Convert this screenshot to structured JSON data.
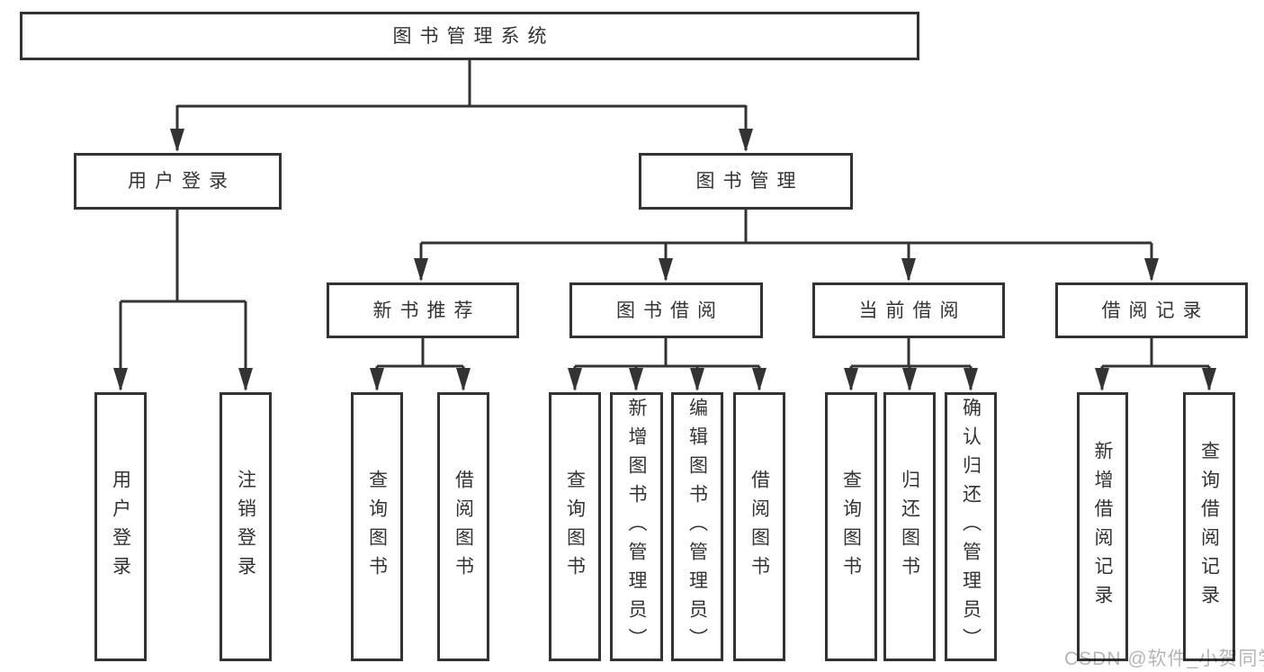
{
  "title": "图书管理系统",
  "watermark": "CSDN @软件_小贺同学",
  "colors": {
    "line": "#333333",
    "text": "#333333",
    "box_fill": "#ffffff",
    "background": "#ffffff",
    "watermark": "#b5b5b5"
  },
  "tree": {
    "label": "图书管理系统",
    "children": [
      {
        "label": "用户登录",
        "children": [
          {
            "label": "用户登录"
          },
          {
            "label": "注销登录"
          }
        ]
      },
      {
        "label": "图书管理",
        "children": [
          {
            "label": "新书推荐",
            "children": [
              {
                "label": "查询图书"
              },
              {
                "label": "借阅图书"
              }
            ]
          },
          {
            "label": "图书借阅",
            "children": [
              {
                "label": "查询图书"
              },
              {
                "label": "新增图书（管理员）"
              },
              {
                "label": "编辑图书（管理员）"
              },
              {
                "label": "借阅图书"
              }
            ]
          },
          {
            "label": "当前借阅",
            "children": [
              {
                "label": "查询图书"
              },
              {
                "label": "归还图书"
              },
              {
                "label": "确认归还（管理员）"
              }
            ]
          },
          {
            "label": "借阅记录",
            "children": [
              {
                "label": "新增借阅记录"
              },
              {
                "label": "查询借阅记录"
              }
            ]
          }
        ]
      }
    ]
  }
}
